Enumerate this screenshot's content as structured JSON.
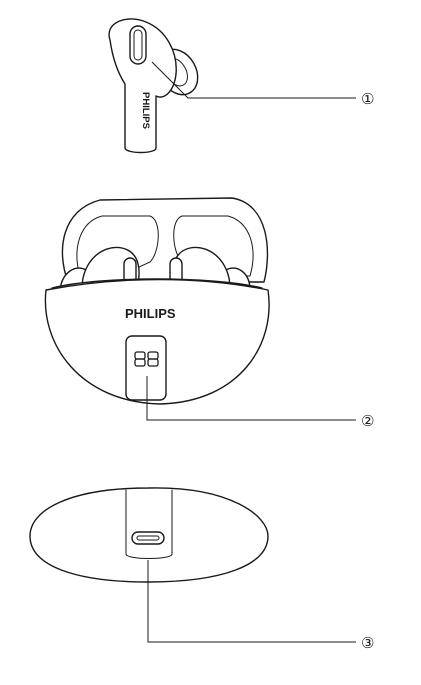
{
  "brand_logo": "PHILIPS",
  "display_digits": "88",
  "callouts": [
    {
      "label": "①"
    },
    {
      "label": "②"
    },
    {
      "label": "③"
    }
  ]
}
